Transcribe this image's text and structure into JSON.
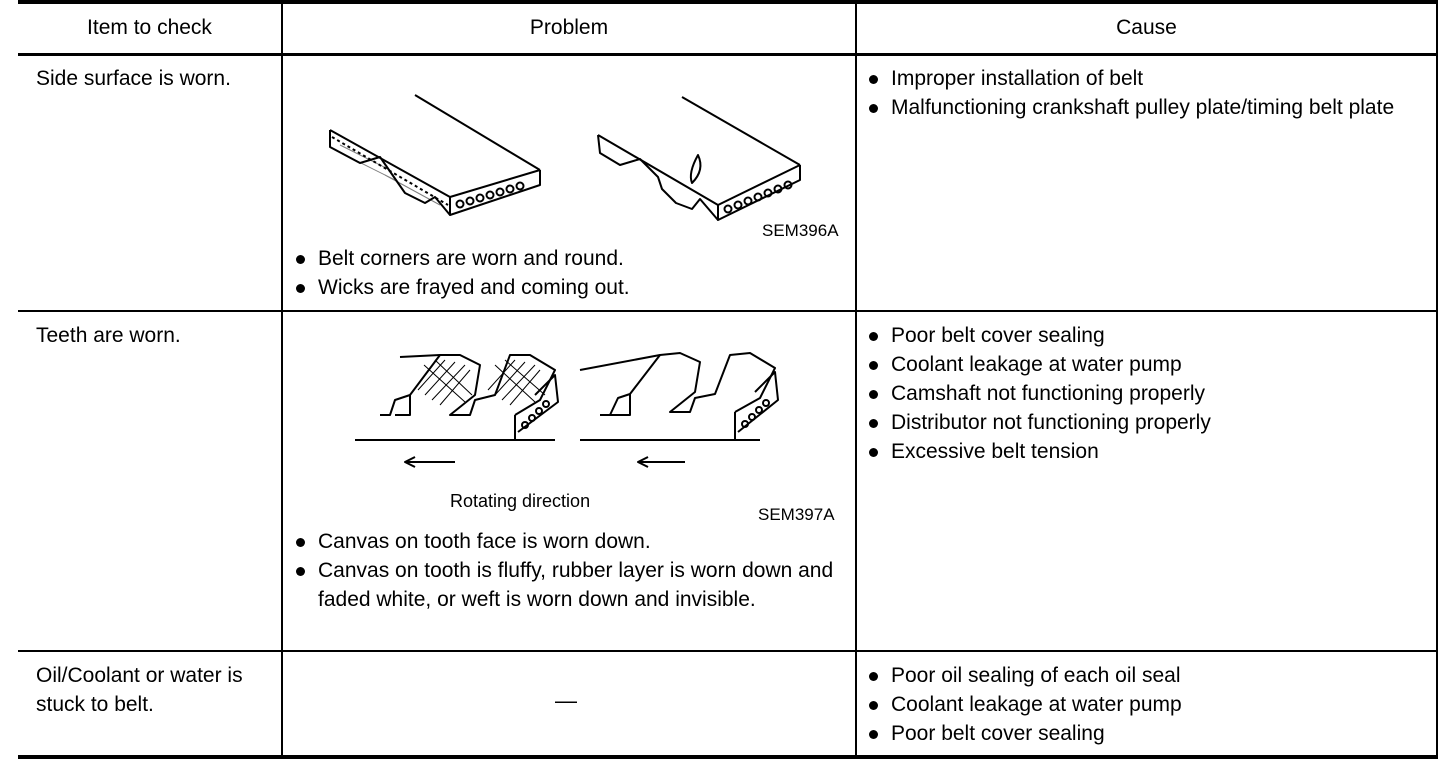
{
  "headers": {
    "item": "Item to check",
    "problem": "Problem",
    "cause": "Cause"
  },
  "rows": [
    {
      "item": "Side surface is worn.",
      "figure_code": "SEM396A",
      "problems": [
        "Belt corners are worn and round.",
        "Wicks are frayed and coming out."
      ],
      "causes": [
        "Improper installation of belt",
        "Malfunctioning crankshaft pulley plate/timing belt plate"
      ]
    },
    {
      "item": "Teeth are worn.",
      "figure_code": "SEM397A",
      "figure_caption": "Rotating direction",
      "problems": [
        "Canvas on tooth face is worn down.",
        "Canvas on tooth is fluffy, rubber layer is worn down and faded white, or weft is worn down and invisible."
      ],
      "causes": [
        "Poor belt cover sealing",
        "Coolant leakage at water pump",
        "Camshaft not functioning properly",
        "Distributor not functioning properly",
        "Excessive belt tension"
      ]
    },
    {
      "item": "Oil/Coolant or water is stuck to belt.",
      "problem_placeholder": "—",
      "causes": [
        "Poor oil sealing of each oil seal",
        "Coolant leakage at water pump",
        "Poor belt cover sealing"
      ]
    }
  ]
}
